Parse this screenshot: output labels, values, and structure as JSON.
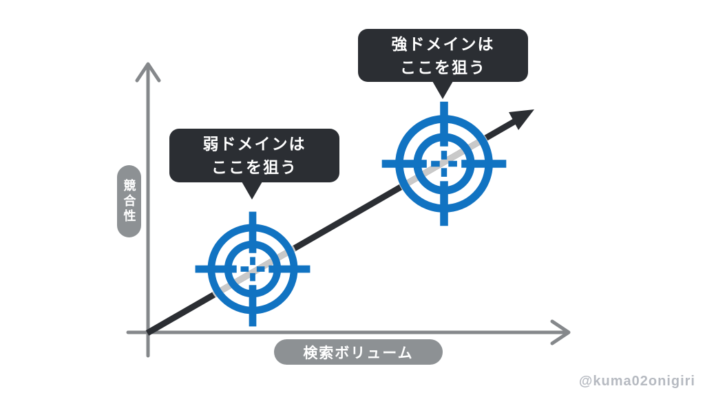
{
  "colors": {
    "bg": "#ffffff",
    "axis": "#85888b",
    "pill": "#8d9194",
    "pill-text": "#ffffff",
    "dark": "#2b2e33",
    "bubble": "#2b2e33",
    "bubble-text": "#ffffff",
    "target-blue": "#1173c2",
    "line-through-target": "#c9c9c9",
    "watermark": "#b6bac1"
  },
  "axes": {
    "y_label": "競合性",
    "x_label": "検索ボリューム"
  },
  "callouts": {
    "weak": {
      "line1": "弱ドメインは",
      "line2": "ここを狙う"
    },
    "strong": {
      "line1": "強ドメインは",
      "line2": "ここを狙う"
    }
  },
  "watermark": {
    "handle": "@kuma02onigiri"
  }
}
